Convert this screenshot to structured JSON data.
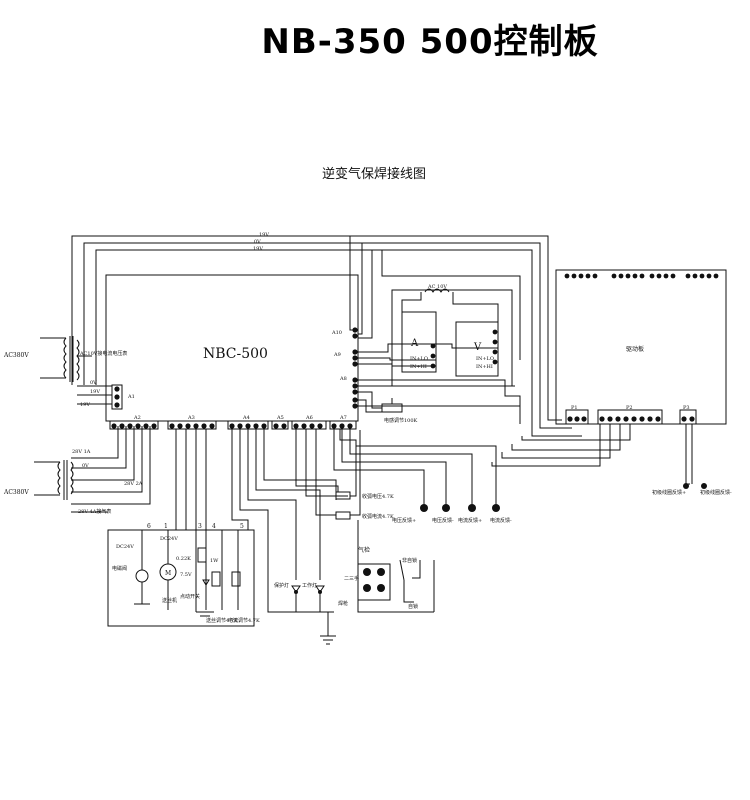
{
  "page_title": "NB-350 500控制板",
  "diagram_title": "逆变气保焊接线图",
  "main_board": "NBC-500",
  "drive_board": "驱动板",
  "bus_labels": [
    "19V",
    "0V",
    "19V"
  ],
  "ac_input_top": "AC380V",
  "ac_input_bottom": "AC380V",
  "transformer_top": {
    "secondary": "AC10V接电流电压表",
    "taps": [
      "0V",
      "19V",
      "19V"
    ]
  },
  "transformer_bottom": {
    "taps": [
      "28V 1A",
      "0V",
      "28V 2A",
      "28V 4A接气表"
    ]
  },
  "connectors": [
    "A1",
    "A2",
    "A3",
    "A4",
    "A5",
    "A6",
    "A7",
    "A8",
    "A9",
    "A10"
  ],
  "drive_connectors": [
    "P1",
    "P2",
    "P3"
  ],
  "meters": {
    "ammeter": "A",
    "voltmeter": "V",
    "meter_supply": "AC 10V",
    "ammeter_pins": [
      "IN+LO",
      "IN+HI"
    ],
    "voltmeter_pins": [
      "IN+LO",
      "IN+HI"
    ]
  },
  "pots": [
    "电感调节100K",
    "收弧电压4.7K",
    "收弧电流4.7K"
  ],
  "feedbacks": [
    "电压反馈+",
    "电压反馈-",
    "电流反馈+",
    "电流反馈-"
  ],
  "primary_feedback": [
    "初级线圈反馈+",
    "初级线圈反馈-"
  ],
  "lamps": [
    "保护灯",
    "工作灯"
  ],
  "switches": {
    "gas_check": "气检",
    "two_four": "二三手",
    "self_lock": "非自锁",
    "lock": "自锁",
    "welding_torch": "焊枪"
  },
  "sub_box": {
    "supply": "DC24V",
    "supply2": "DC24V",
    "pins": [
      "6",
      "1",
      "3",
      "4",
      "5"
    ],
    "valve": "电磁阀",
    "motor": "M",
    "motor_name": "送丝机",
    "resistor": "0.22K",
    "zener": "7.5V",
    "zener2": "1W",
    "switch_name": "点动开关",
    "pot1": "送丝调节4.7K",
    "pot2": "电流调节4.7K"
  },
  "colors": {
    "line": "#111111",
    "background": "#ffffff"
  }
}
